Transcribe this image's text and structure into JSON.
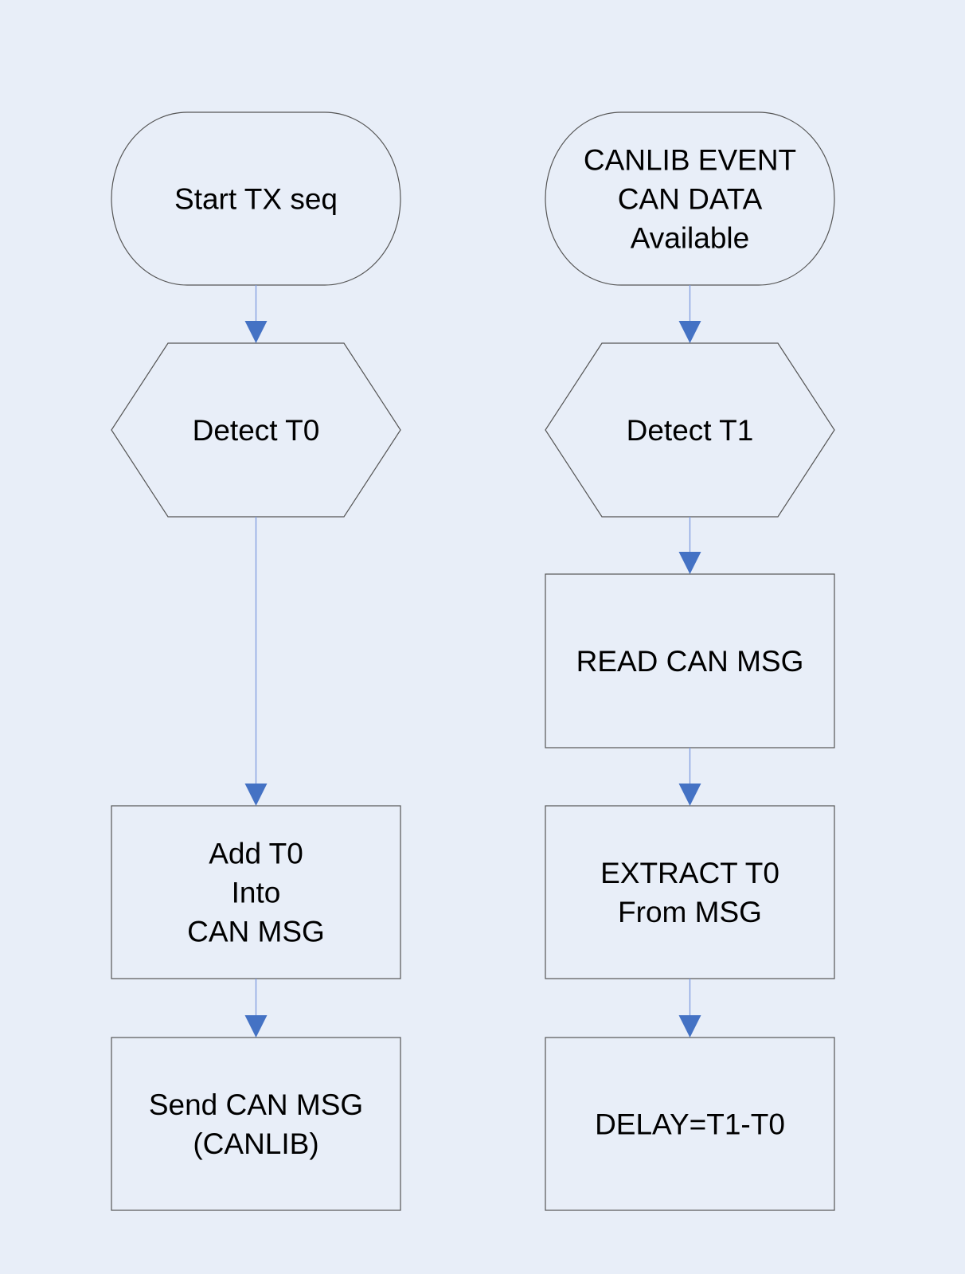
{
  "colors": {
    "background": "#e8eef8",
    "shape_stroke": "#555555",
    "connector": "#7f9be0",
    "arrowhead": "#4472c4"
  },
  "left_flow": {
    "start": {
      "lines": [
        "Start TX seq"
      ]
    },
    "detect": {
      "lines": [
        "Detect T0"
      ]
    },
    "add": {
      "lines": [
        "Add T0",
        "Into",
        "CAN MSG"
      ]
    },
    "send": {
      "lines": [
        "Send CAN MSG",
        "(CANLIB)"
      ]
    }
  },
  "right_flow": {
    "start": {
      "lines": [
        "CANLIB EVENT",
        "CAN DATA",
        "Available"
      ]
    },
    "detect": {
      "lines": [
        "Detect T1"
      ]
    },
    "read": {
      "lines": [
        "READ CAN MSG"
      ]
    },
    "extract": {
      "lines": [
        "EXTRACT T0",
        "From MSG"
      ]
    },
    "delay": {
      "lines": [
        "DELAY=T1-T0"
      ]
    }
  }
}
